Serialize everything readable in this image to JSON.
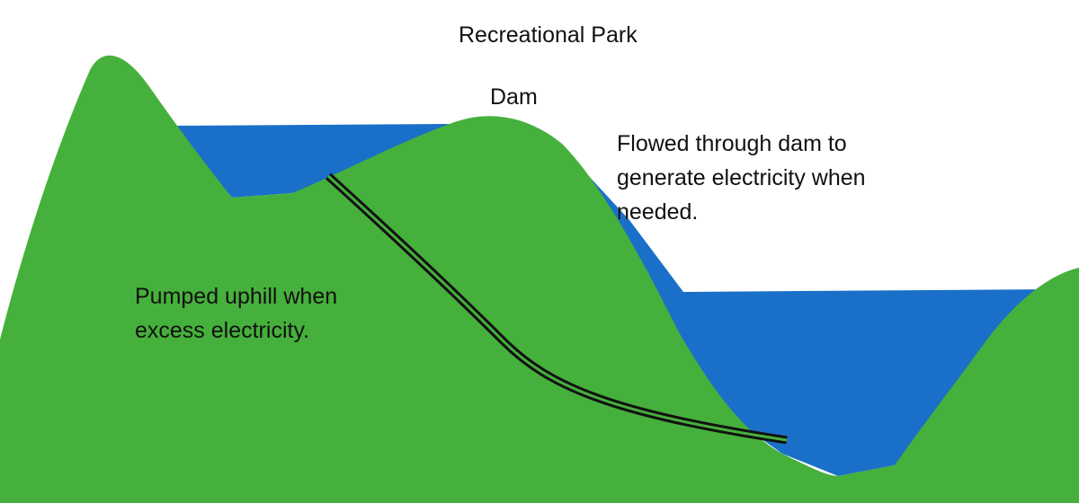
{
  "labels": {
    "title": "Recreational Park",
    "dam": "Dam",
    "flow_lines": [
      "Flowed through dam to",
      "generate electricity when",
      "needed."
    ],
    "pump_lines": [
      "Pumped uphill when",
      "excess electricity."
    ]
  },
  "colors": {
    "land": "#46b03c",
    "water": "#1a70c8",
    "pipe": "#111111",
    "pipe_core": "#46b03c",
    "text": "#111111"
  }
}
